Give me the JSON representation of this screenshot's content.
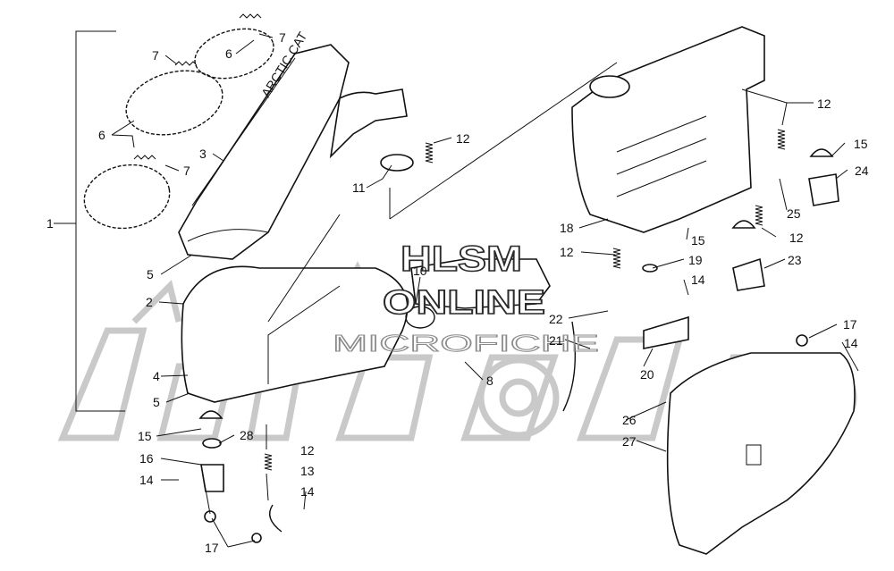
{
  "watermark": {
    "line1": "HLSM",
    "line2": "ONLINE",
    "line3": "MICROFICHE"
  },
  "callouts": [
    {
      "id": "c-1",
      "label": "1"
    },
    {
      "id": "c-2",
      "label": "2"
    },
    {
      "id": "c-3",
      "label": "3"
    },
    {
      "id": "c-4",
      "label": "4"
    },
    {
      "id": "c-5a",
      "label": "5"
    },
    {
      "id": "c-5b",
      "label": "5"
    },
    {
      "id": "c-6a",
      "label": "6"
    },
    {
      "id": "c-6b",
      "label": "6"
    },
    {
      "id": "c-7a",
      "label": "7"
    },
    {
      "id": "c-7b",
      "label": "7"
    },
    {
      "id": "c-7c",
      "label": "7"
    },
    {
      "id": "c-8",
      "label": "8"
    },
    {
      "id": "c-10",
      "label": "10"
    },
    {
      "id": "c-11",
      "label": "11"
    },
    {
      "id": "c-12a",
      "label": "12"
    },
    {
      "id": "c-12b",
      "label": "12"
    },
    {
      "id": "c-12c",
      "label": "12"
    },
    {
      "id": "c-12d",
      "label": "12"
    },
    {
      "id": "c-12e",
      "label": "12"
    },
    {
      "id": "c-13",
      "label": "13"
    },
    {
      "id": "c-14a",
      "label": "14"
    },
    {
      "id": "c-14b",
      "label": "14"
    },
    {
      "id": "c-14c",
      "label": "14"
    },
    {
      "id": "c-14d",
      "label": "14"
    },
    {
      "id": "c-15a",
      "label": "15"
    },
    {
      "id": "c-15b",
      "label": "15"
    },
    {
      "id": "c-15c",
      "label": "15"
    },
    {
      "id": "c-16",
      "label": "16"
    },
    {
      "id": "c-17a",
      "label": "17"
    },
    {
      "id": "c-17b",
      "label": "17"
    },
    {
      "id": "c-18",
      "label": "18"
    },
    {
      "id": "c-19",
      "label": "19"
    },
    {
      "id": "c-20",
      "label": "20"
    },
    {
      "id": "c-21",
      "label": "21"
    },
    {
      "id": "c-22",
      "label": "22"
    },
    {
      "id": "c-23",
      "label": "23"
    },
    {
      "id": "c-24",
      "label": "24"
    },
    {
      "id": "c-25",
      "label": "25"
    },
    {
      "id": "c-26",
      "label": "26"
    },
    {
      "id": "c-27",
      "label": "27"
    },
    {
      "id": "c-28",
      "label": "28"
    }
  ],
  "muffler_lettering": "ARCTIC CAT"
}
